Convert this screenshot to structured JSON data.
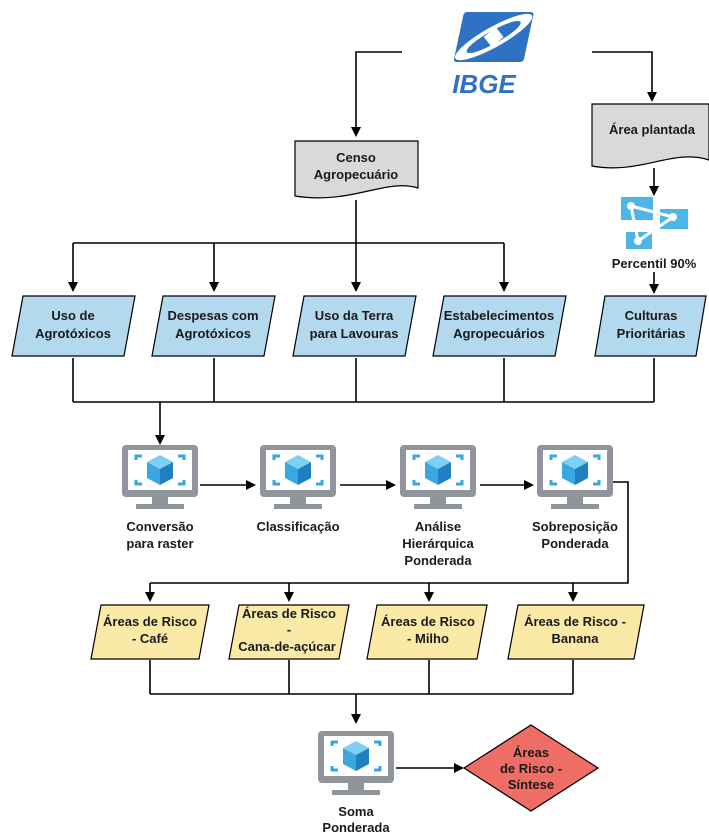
{
  "source": {
    "logo_text": "IBGE",
    "censo": [
      "Censo",
      "Agropecuário"
    ],
    "area_plantada": "Área plantada"
  },
  "percentil": "Percentil 90%",
  "inputs": [
    [
      "Uso de",
      "Agrotóxicos"
    ],
    [
      "Despesas com",
      "Agrotóxicos"
    ],
    [
      "Uso da Terra",
      "para Lavouras"
    ],
    [
      "Estabelecimentos",
      "Agropecuários"
    ],
    [
      "Culturas",
      "Prioritárias"
    ]
  ],
  "steps": [
    [
      "Conversão",
      "para raster"
    ],
    [
      "Classificação"
    ],
    [
      "Análise",
      "Hierárquica",
      "Ponderada"
    ],
    [
      "Sobreposição",
      "Ponderada"
    ]
  ],
  "outputs": [
    [
      "Áreas de Risco",
      "- Café"
    ],
    [
      "Áreas de Risco",
      "-",
      "Cana-de-açúcar"
    ],
    [
      "Áreas de Risco",
      "- Milho"
    ],
    [
      "Áreas de Risco -",
      "Banana"
    ]
  ],
  "final_step": [
    "Soma",
    "Ponderada"
  ],
  "final_output": [
    "Áreas",
    "de Risco -",
    "Síntese"
  ],
  "colors": {
    "doc_fill": "#d9d9d9",
    "input_fill": "#b3d9ee",
    "output_fill": "#fbe9a7",
    "final_fill": "#ee6d64",
    "monitor_frame": "#8f959b",
    "cube_blue": "#3aa7e0",
    "logo_blue": "#2f72c3"
  }
}
